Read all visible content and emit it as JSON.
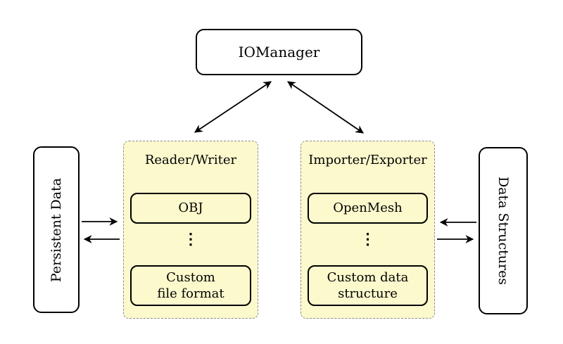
{
  "diagram": {
    "nodes": {
      "iomanager": {
        "label": "IOManager"
      },
      "persistent_data": {
        "label": "Persistent Data"
      },
      "data_structures": {
        "label": "Data Structures"
      },
      "reader_writer": {
        "label": "Reader/Writer",
        "item_top": "OBJ",
        "ellipsis": "⋮",
        "item_bottom_line1": "Custom",
        "item_bottom_line2": "file format"
      },
      "importer_exporter": {
        "label": "Importer/Exporter",
        "item_top": "OpenMesh",
        "ellipsis": "⋮",
        "item_bottom_line1": "Custom data",
        "item_bottom_line2": "structure"
      }
    },
    "colors": {
      "panel_fill": "#FCF9CD",
      "panel_border": "#8C8C8C",
      "node_border": "#000000",
      "node_fill": "#FFFFFF",
      "arrow": "#000000",
      "background": "#FFFFFF"
    }
  }
}
